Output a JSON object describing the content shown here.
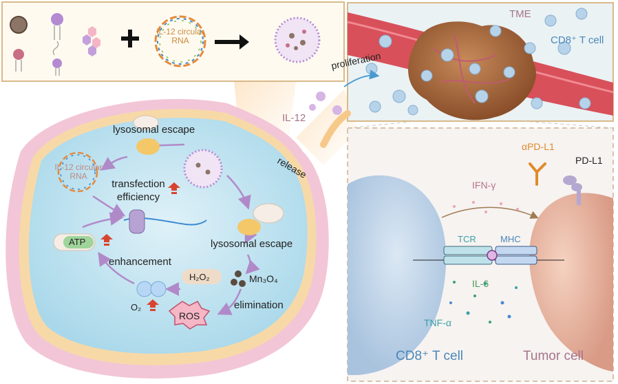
{
  "top_panel": {
    "plus_sign": "+",
    "rna_label": "IL-12 circular RNA"
  },
  "tme_panel": {
    "tme_label": "TME",
    "t_cell_label": "CD8⁺ T cell"
  },
  "arrows": {
    "proliferation": "proliferation",
    "il12": "IL-12",
    "release": "release"
  },
  "cell_panel": {
    "lysosomal_escape_top": "lysosomal escape",
    "rna_label": "IL-12 circular RNA",
    "transfection": "transfection efficiency",
    "atp": "ATP",
    "lysosomal_escape_mid": "lysosomal escape",
    "enhancement": "enhancement",
    "h2o2": "H₂O₂",
    "mn3o4": "Mn₃O₄",
    "o2": "O₂",
    "ros": "ROS",
    "elimination": "elimination"
  },
  "synapse_panel": {
    "antibody": "αPD-L1",
    "pdl1": "PD-L1",
    "ifn": "IFN-γ",
    "tcr": "TCR",
    "mhc": "MHC",
    "il6": "IL-6",
    "tnf": "TNF-α",
    "cd8_cell": "CD8⁺ T cell",
    "tumor_cell": "Tumor cell"
  },
  "colors": {
    "panel_border": "#d9b98a",
    "vessel": "#d8505a",
    "membrane": "#f2c6d6",
    "cytoplasm": "#bfe2f0",
    "up_arrow": "#d9442f",
    "pathway_arrow": "#b08ac8"
  }
}
